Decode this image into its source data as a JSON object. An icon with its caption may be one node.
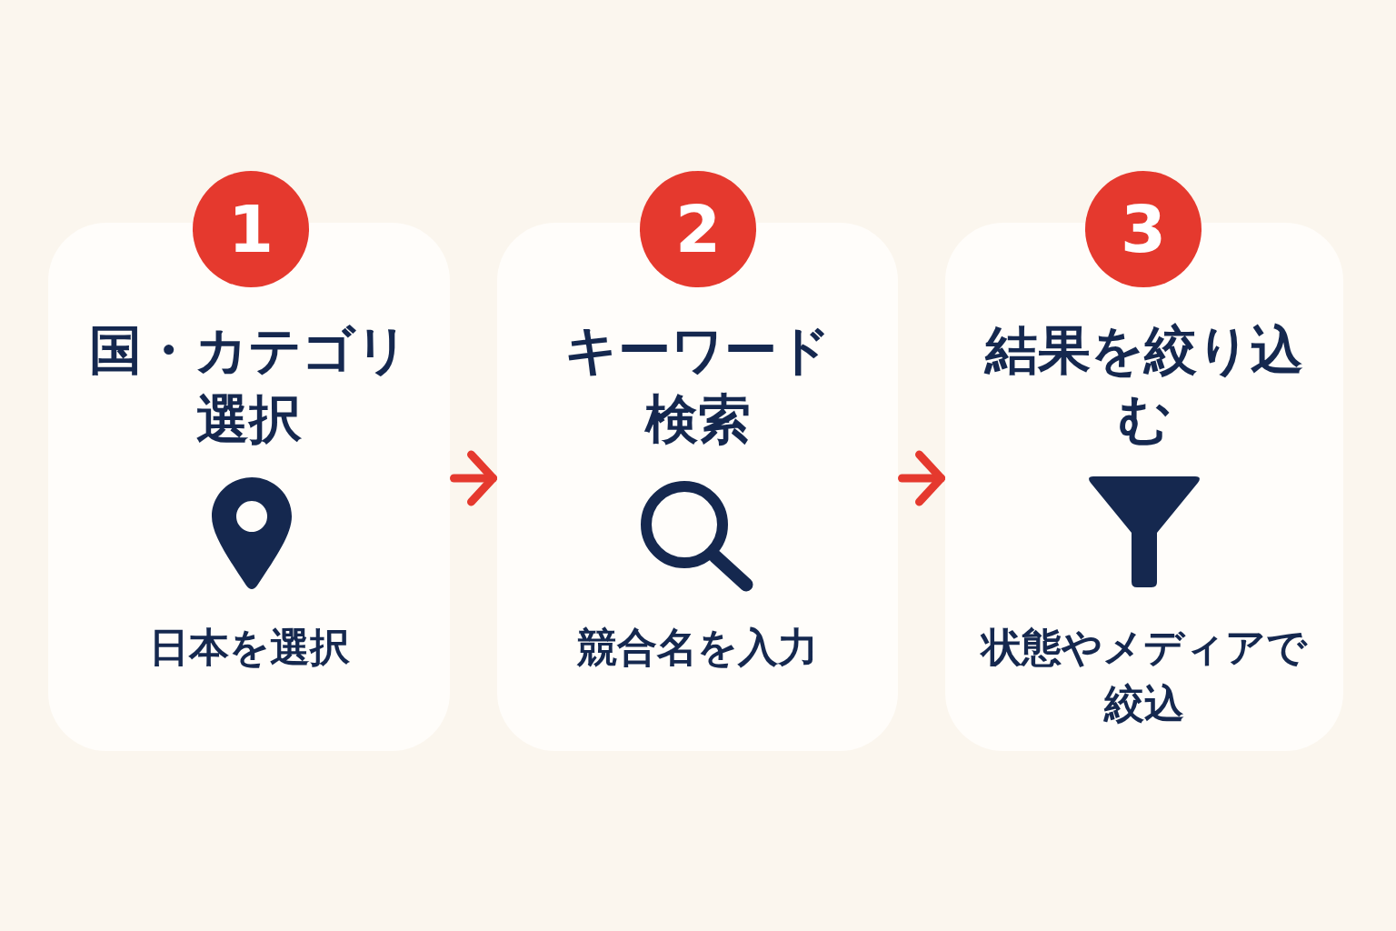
{
  "diagram": {
    "nodes": [
      {
        "text": [
          "1"
        ]
      },
      {
        "text": [
          "国・カテゴリ選択",
          "日本を選択"
        ]
      },
      {
        "text": [
          "2"
        ]
      },
      {
        "text": [
          "キーワード検索",
          "競合名を入力"
        ]
      },
      {
        "text": [
          "3"
        ]
      },
      {
        "text": [
          "結果を絞り込む",
          "状態やメディアで絞込"
        ]
      }
    ],
    "edges": [
      {
        "from": 1,
        "to": 3,
        "arrow": "to"
      },
      {
        "from": 3,
        "to": 5,
        "arrow": "to"
      }
    ]
  }
}
